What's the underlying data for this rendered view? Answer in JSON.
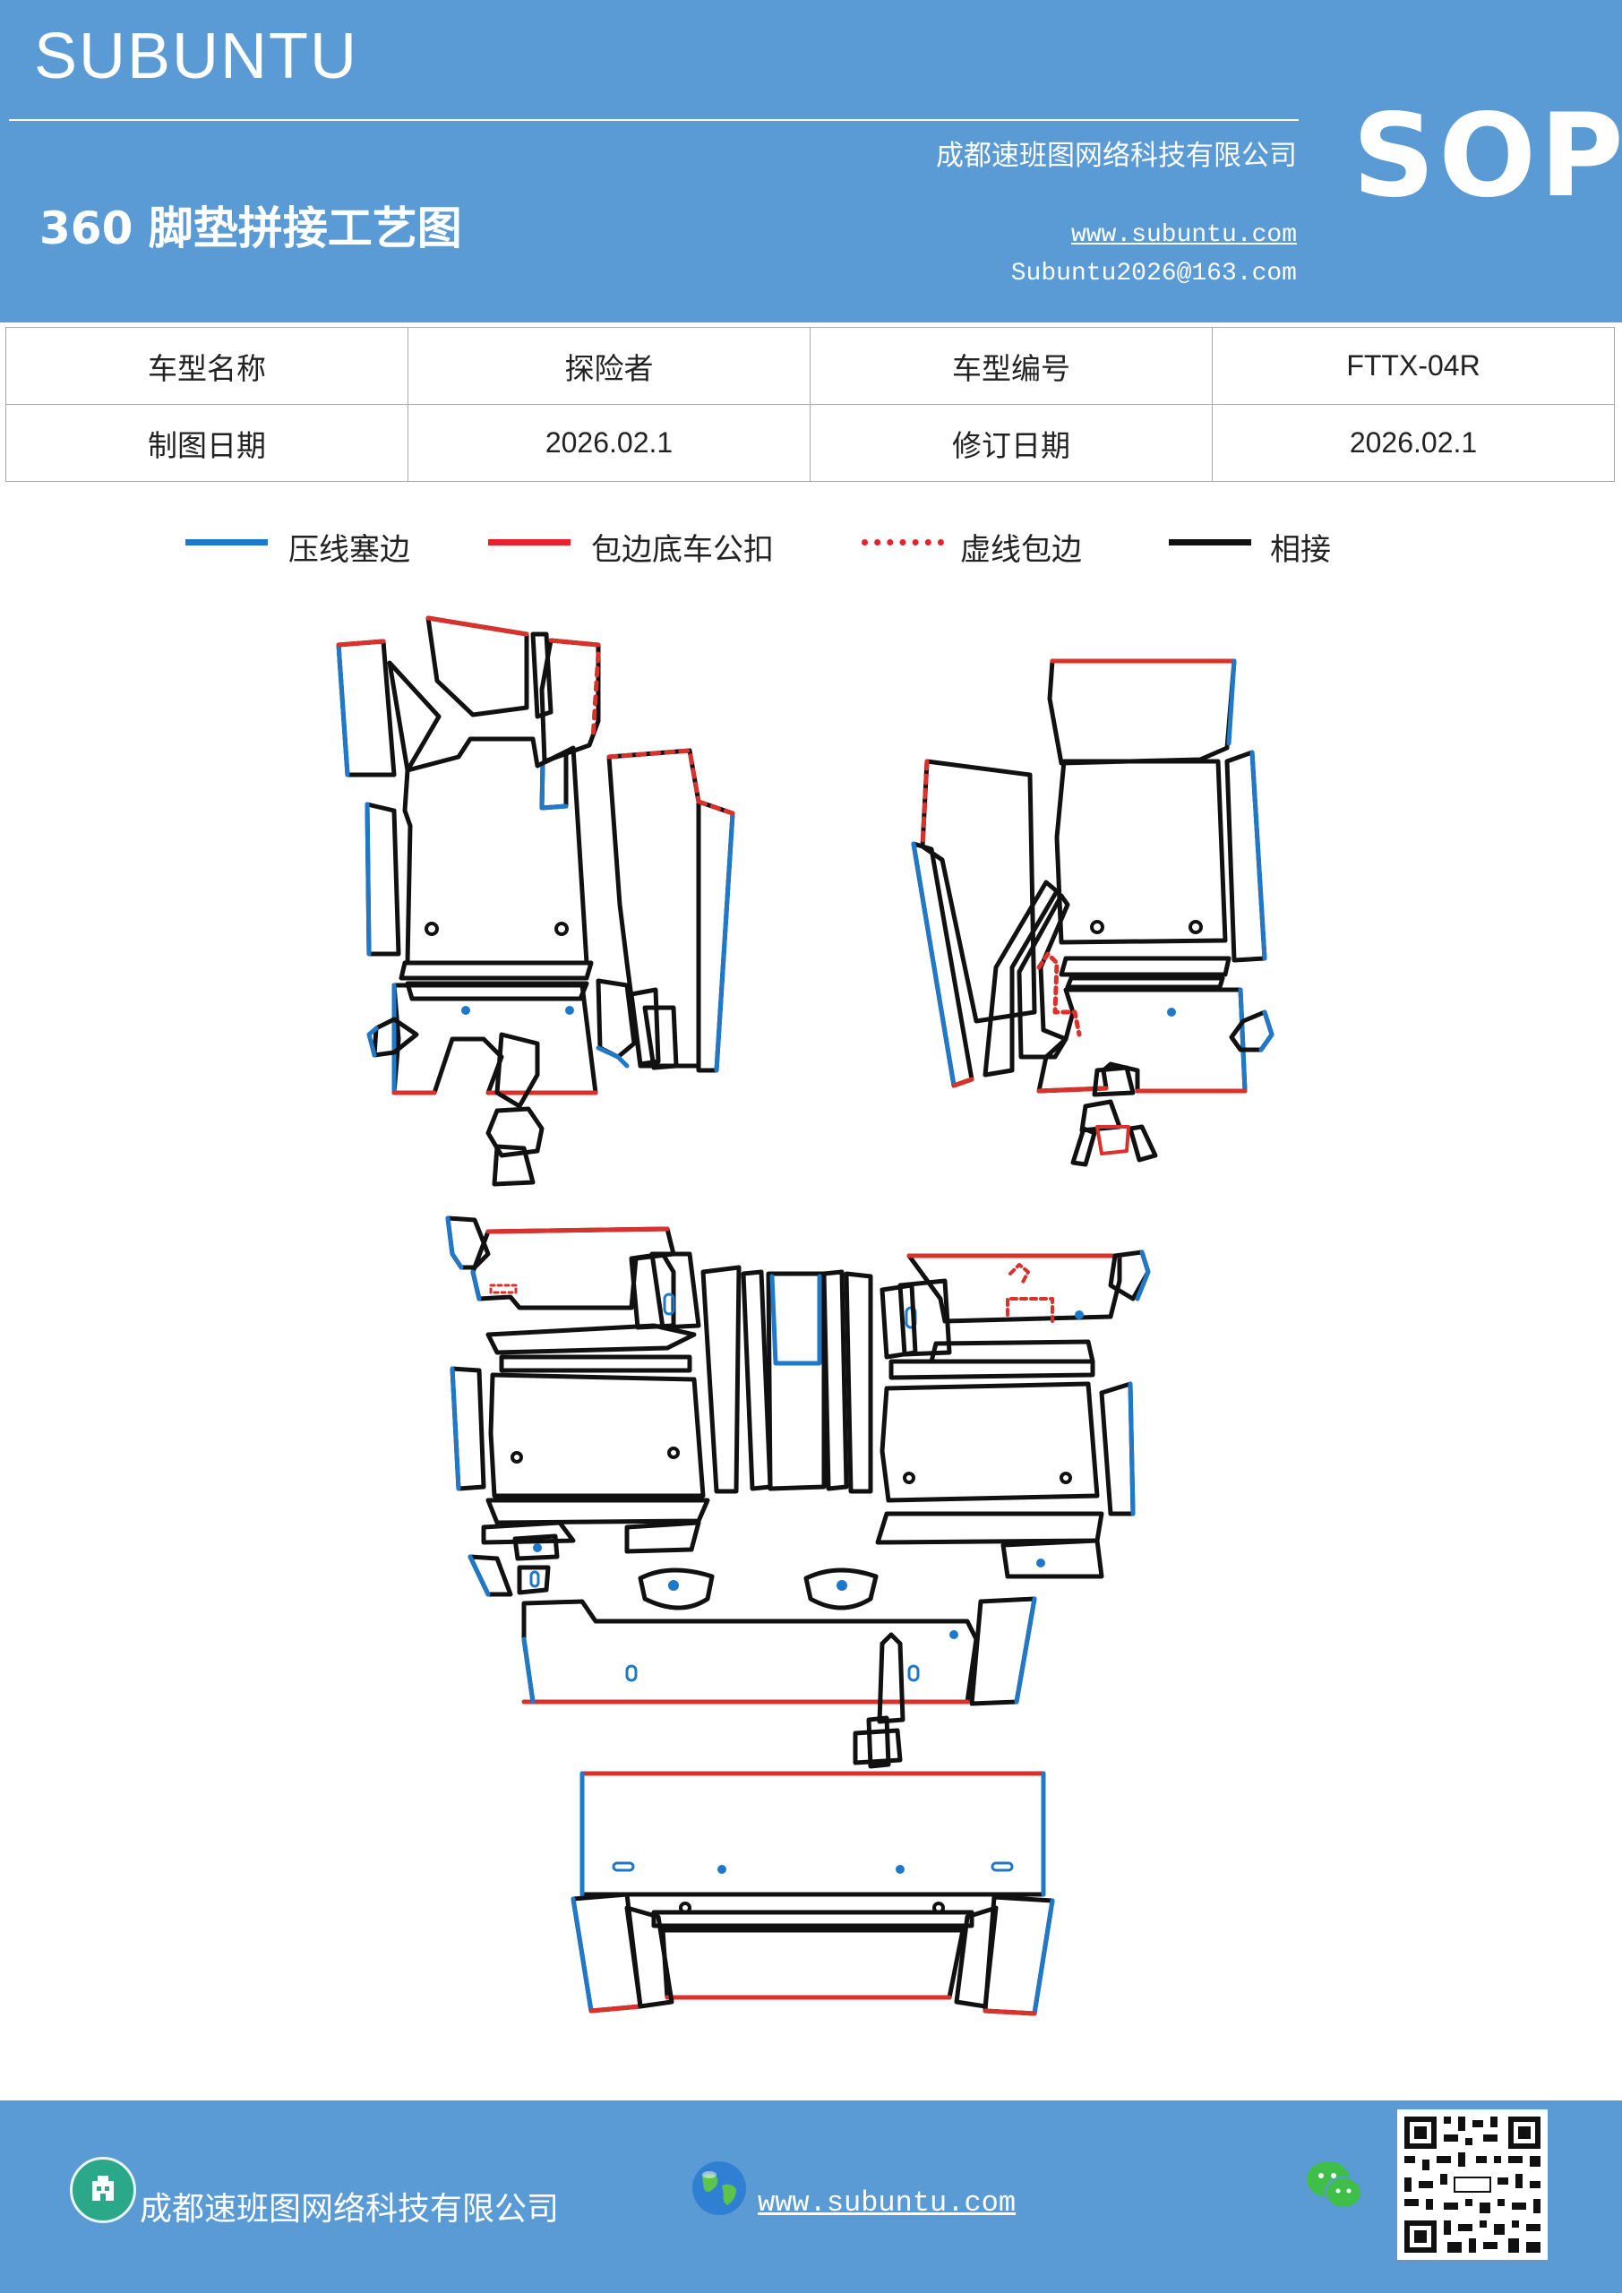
{
  "header": {
    "brand": "SUBUNTU",
    "company": "成都速班图网络科技有限公司",
    "title": "360 脚垫拼接工艺图",
    "website": "www.subuntu.com",
    "email": "Subuntu2026@163.com",
    "sop": "SOP"
  },
  "info": {
    "model_name_label": "车型名称",
    "model_name": "探险者",
    "model_code_label": "车型编号",
    "model_code": "FTTX-04R",
    "draw_date_label": "制图日期",
    "draw_date": "2026.02.1",
    "revise_date_label": "修订日期",
    "revise_date": "2026.02.1"
  },
  "legend": [
    {
      "label": "压线塞边",
      "color": "#1f78c8",
      "style": "solid"
    },
    {
      "label": "包边底车公扣",
      "color": "#e8212b",
      "style": "solid"
    },
    {
      "label": "虚线包边",
      "color": "#e8212b",
      "style": "dotted"
    },
    {
      "label": "相接",
      "color": "#111111",
      "style": "solid"
    }
  ],
  "colors": {
    "header_bg": "#5b9bd5",
    "blue_line": "#1f78c8",
    "red_line": "#d9312b",
    "black_line": "#111111"
  },
  "footer": {
    "company": "成都速班图网络科技有限公司",
    "website": "www.subuntu.com",
    "icons": [
      "building-icon",
      "globe-icon",
      "wechat-icon",
      "qr-code"
    ]
  }
}
